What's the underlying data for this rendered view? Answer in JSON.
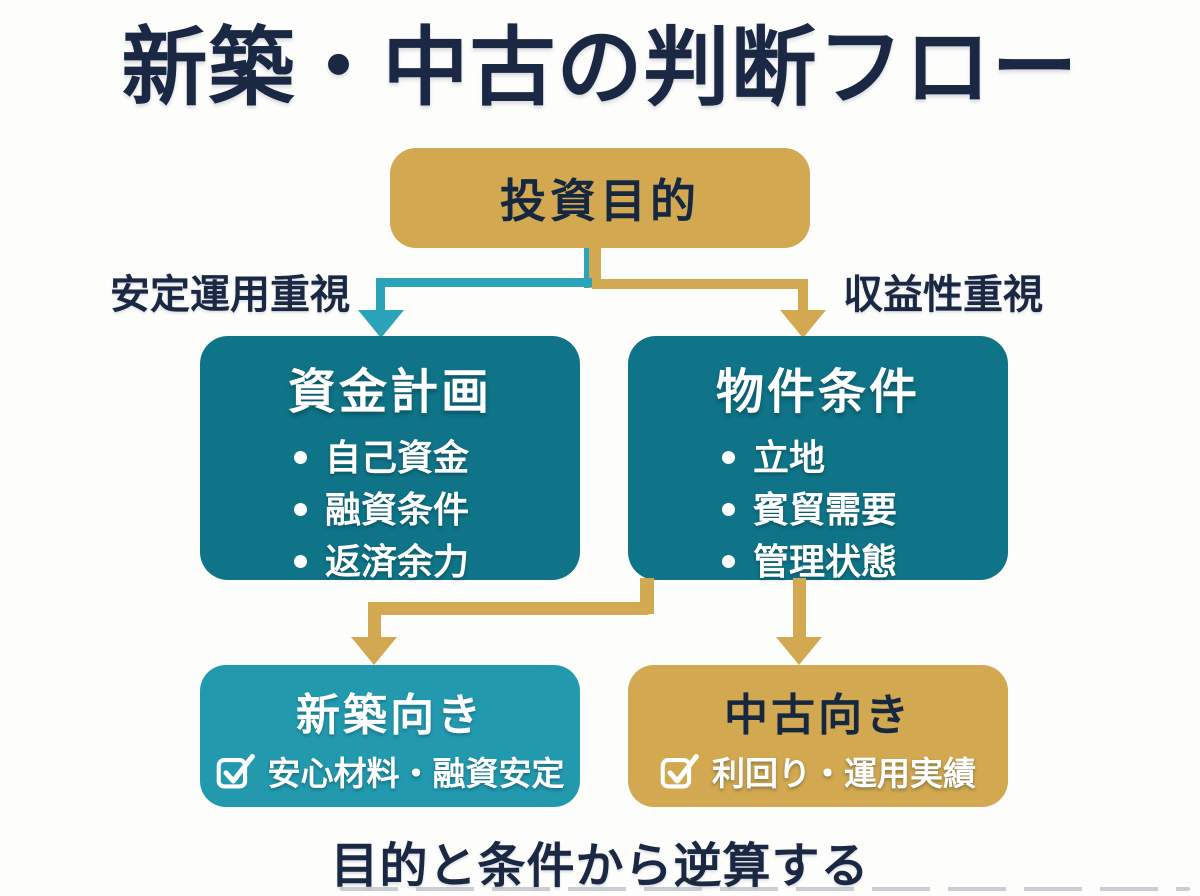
{
  "title": "新築・中古の判断フロー",
  "diagram": {
    "root": {
      "label": "投資目的"
    },
    "branch_labels": {
      "left": "安定運用重視",
      "right": "収益性重視"
    },
    "criteria": {
      "left": {
        "title": "資金計画",
        "items": [
          "自己資金",
          "融資条件",
          "返済余力"
        ]
      },
      "right": {
        "title": "物件条件",
        "items": [
          "立地",
          "賓貿需要",
          "管理状態"
        ]
      }
    },
    "results": {
      "left": {
        "title": "新築向き",
        "note": "安心材料・融資安定"
      },
      "right": {
        "title": "中古向き",
        "note": "利回り・運用実績"
      }
    }
  },
  "footer": {
    "text": "目的と条件から逆算する"
  },
  "colors": {
    "navy_text": "#1A2843",
    "gold": "#D2A850",
    "teal_dark": "#0F7487",
    "teal_light": "#2399AE",
    "teal_arrow": "#2BA4BA",
    "background": "#FDFDFB"
  },
  "icons": {
    "bullet": "dot-icon",
    "result_check": "checkbox-check-icon"
  }
}
